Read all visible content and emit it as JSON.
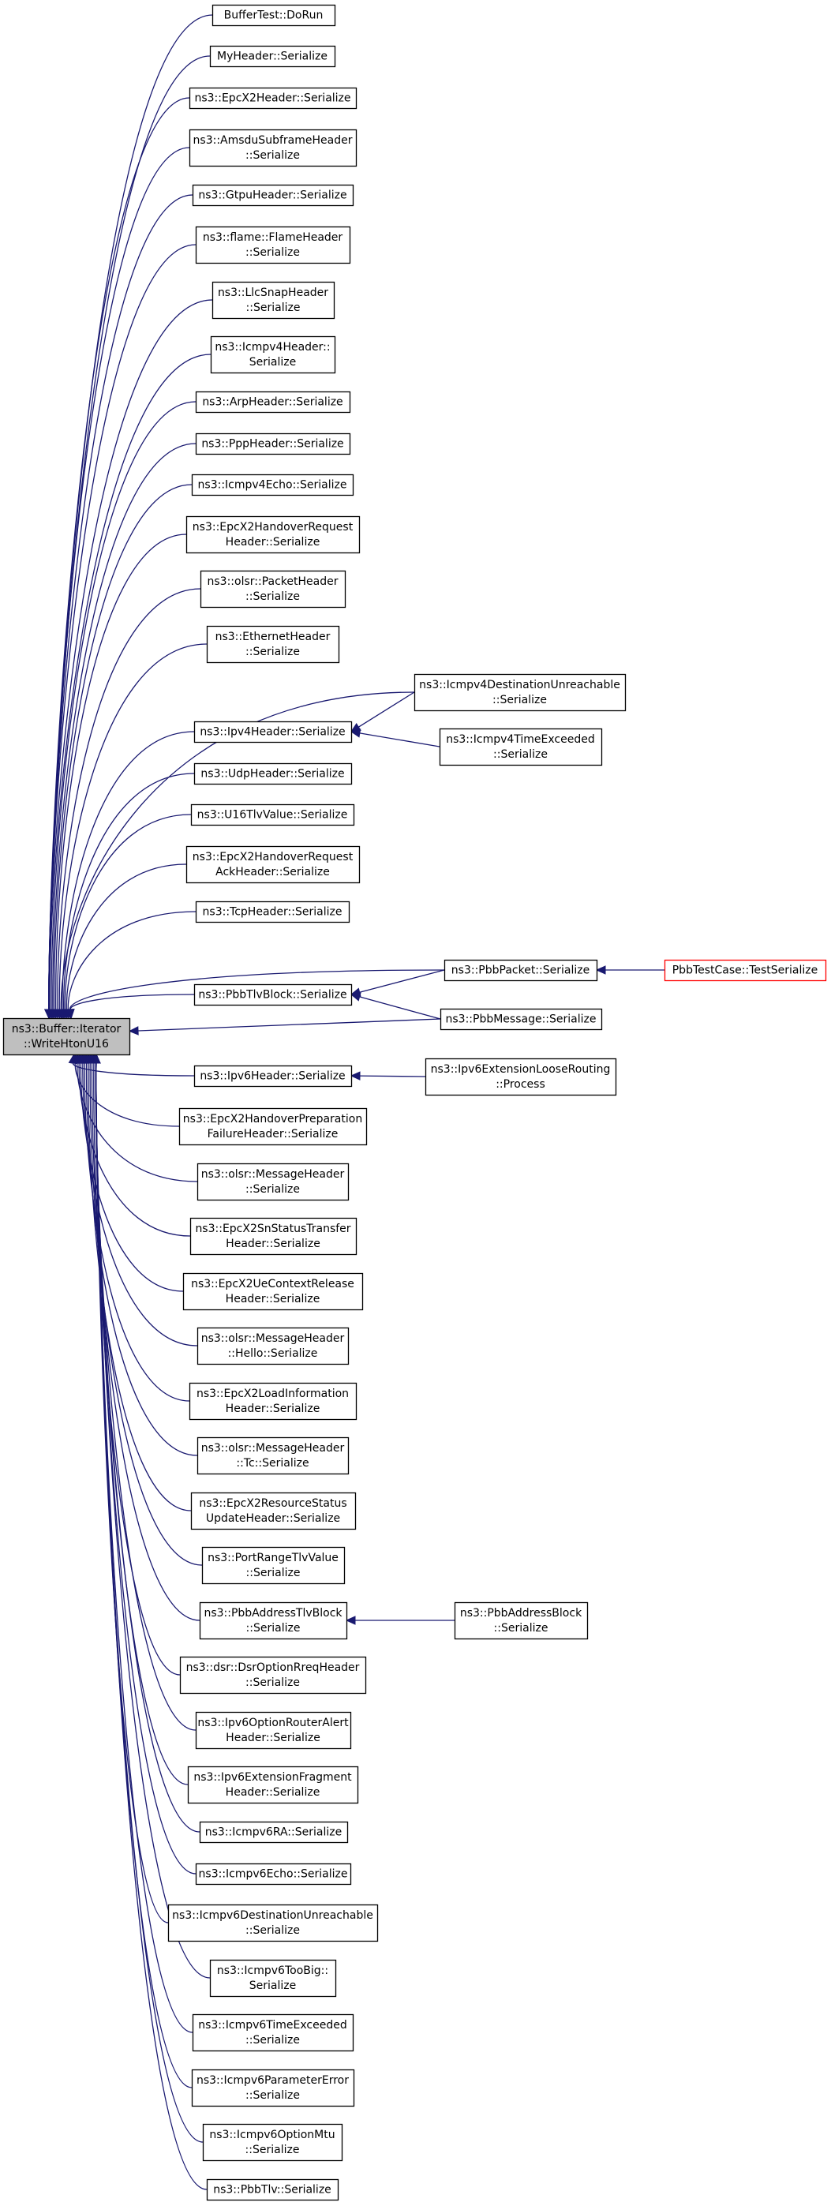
{
  "graph": {
    "root_id": "root",
    "edge_color": "#191970",
    "highlight_color": "#ff0000",
    "root_fill": "#bfbfbf",
    "nodes": [
      {
        "id": "root",
        "lines": [
          "ns3::Buffer::Iterator",
          "::WriteHtonU16"
        ],
        "kind": "root"
      },
      {
        "id": "n1",
        "lines": [
          "BufferTest::DoRun"
        ]
      },
      {
        "id": "n2",
        "lines": [
          "MyHeader::Serialize"
        ]
      },
      {
        "id": "n3",
        "lines": [
          "ns3::EpcX2Header::Serialize"
        ]
      },
      {
        "id": "n4",
        "lines": [
          "ns3::AmsduSubframeHeader",
          "::Serialize"
        ]
      },
      {
        "id": "n5",
        "lines": [
          "ns3::GtpuHeader::Serialize"
        ]
      },
      {
        "id": "n6",
        "lines": [
          "ns3::flame::FlameHeader",
          "::Serialize"
        ]
      },
      {
        "id": "n7",
        "lines": [
          "ns3::LlcSnapHeader",
          "::Serialize"
        ]
      },
      {
        "id": "n8",
        "lines": [
          "ns3::Icmpv4Header::",
          "Serialize"
        ]
      },
      {
        "id": "n9",
        "lines": [
          "ns3::ArpHeader::Serialize"
        ]
      },
      {
        "id": "n10",
        "lines": [
          "ns3::PppHeader::Serialize"
        ]
      },
      {
        "id": "n11",
        "lines": [
          "ns3::Icmpv4Echo::Serialize"
        ]
      },
      {
        "id": "n12",
        "lines": [
          "ns3::EpcX2HandoverRequest",
          "Header::Serialize"
        ]
      },
      {
        "id": "n13",
        "lines": [
          "ns3::olsr::PacketHeader",
          "::Serialize"
        ]
      },
      {
        "id": "n14",
        "lines": [
          "ns3::EthernetHeader",
          "::Serialize"
        ]
      },
      {
        "id": "n15",
        "lines": [
          "ns3::Icmpv4DestinationUnreachable",
          "::Serialize"
        ]
      },
      {
        "id": "n16",
        "lines": [
          "ns3::Ipv4Header::Serialize"
        ]
      },
      {
        "id": "n17",
        "lines": [
          "ns3::Icmpv4TimeExceeded",
          "::Serialize"
        ]
      },
      {
        "id": "n18",
        "lines": [
          "ns3::UdpHeader::Serialize"
        ]
      },
      {
        "id": "n19",
        "lines": [
          "ns3::U16TlvValue::Serialize"
        ]
      },
      {
        "id": "n20",
        "lines": [
          "ns3::EpcX2HandoverRequest",
          "AckHeader::Serialize"
        ]
      },
      {
        "id": "n21",
        "lines": [
          "ns3::TcpHeader::Serialize"
        ]
      },
      {
        "id": "n22",
        "lines": [
          "ns3::PbbPacket::Serialize"
        ]
      },
      {
        "id": "n23",
        "lines": [
          "PbbTestCase::TestSerialize"
        ],
        "kind": "red"
      },
      {
        "id": "n24",
        "lines": [
          "ns3::PbbTlvBlock::Serialize"
        ]
      },
      {
        "id": "n25",
        "lines": [
          "ns3::PbbMessage::Serialize"
        ]
      },
      {
        "id": "n26",
        "lines": [
          "ns3::Ipv6Header::Serialize"
        ]
      },
      {
        "id": "n27",
        "lines": [
          "ns3::Ipv6ExtensionLooseRouting",
          "::Process"
        ]
      },
      {
        "id": "n28",
        "lines": [
          "ns3::EpcX2HandoverPreparation",
          "FailureHeader::Serialize"
        ]
      },
      {
        "id": "n29",
        "lines": [
          "ns3::olsr::MessageHeader",
          "::Serialize"
        ]
      },
      {
        "id": "n30",
        "lines": [
          "ns3::EpcX2SnStatusTransfer",
          "Header::Serialize"
        ]
      },
      {
        "id": "n31",
        "lines": [
          "ns3::EpcX2UeContextRelease",
          "Header::Serialize"
        ]
      },
      {
        "id": "n32",
        "lines": [
          "ns3::olsr::MessageHeader",
          "::Hello::Serialize"
        ]
      },
      {
        "id": "n33",
        "lines": [
          "ns3::EpcX2LoadInformation",
          "Header::Serialize"
        ]
      },
      {
        "id": "n34",
        "lines": [
          "ns3::olsr::MessageHeader",
          "::Tc::Serialize"
        ]
      },
      {
        "id": "n35",
        "lines": [
          "ns3::EpcX2ResourceStatus",
          "UpdateHeader::Serialize"
        ]
      },
      {
        "id": "n36",
        "lines": [
          "ns3::PortRangeTlvValue",
          "::Serialize"
        ]
      },
      {
        "id": "n37",
        "lines": [
          "ns3::PbbAddressTlvBlock",
          "::Serialize"
        ]
      },
      {
        "id": "n38",
        "lines": [
          "ns3::PbbAddressBlock",
          "::Serialize"
        ]
      },
      {
        "id": "n39",
        "lines": [
          "ns3::dsr::DsrOptionRreqHeader",
          "::Serialize"
        ]
      },
      {
        "id": "n40",
        "lines": [
          "ns3::Ipv6OptionRouterAlert",
          "Header::Serialize"
        ]
      },
      {
        "id": "n41",
        "lines": [
          "ns3::Ipv6ExtensionFragment",
          "Header::Serialize"
        ]
      },
      {
        "id": "n42",
        "lines": [
          "ns3::Icmpv6RA::Serialize"
        ]
      },
      {
        "id": "n43",
        "lines": [
          "ns3::Icmpv6Echo::Serialize"
        ]
      },
      {
        "id": "n44",
        "lines": [
          "ns3::Icmpv6DestinationUnreachable",
          "::Serialize"
        ]
      },
      {
        "id": "n45",
        "lines": [
          "ns3::Icmpv6TooBig::",
          "Serialize"
        ]
      },
      {
        "id": "n46",
        "lines": [
          "ns3::Icmpv6TimeExceeded",
          "::Serialize"
        ]
      },
      {
        "id": "n47",
        "lines": [
          "ns3::Icmpv6ParameterError",
          "::Serialize"
        ]
      },
      {
        "id": "n48",
        "lines": [
          "ns3::Icmpv6OptionMtu",
          "::Serialize"
        ]
      },
      {
        "id": "n49",
        "lines": [
          "ns3::PbbTlv::Serialize"
        ]
      }
    ],
    "edges": [
      {
        "from": "n1",
        "to": "root"
      },
      {
        "from": "n2",
        "to": "root"
      },
      {
        "from": "n3",
        "to": "root"
      },
      {
        "from": "n4",
        "to": "root"
      },
      {
        "from": "n5",
        "to": "root"
      },
      {
        "from": "n6",
        "to": "root"
      },
      {
        "from": "n7",
        "to": "root"
      },
      {
        "from": "n8",
        "to": "root"
      },
      {
        "from": "n9",
        "to": "root"
      },
      {
        "from": "n10",
        "to": "root"
      },
      {
        "from": "n11",
        "to": "root"
      },
      {
        "from": "n12",
        "to": "root"
      },
      {
        "from": "n13",
        "to": "root"
      },
      {
        "from": "n14",
        "to": "root"
      },
      {
        "from": "n15",
        "to": "root"
      },
      {
        "from": "n16",
        "to": "root"
      },
      {
        "from": "n15",
        "to": "n16"
      },
      {
        "from": "n17",
        "to": "n16"
      },
      {
        "from": "n18",
        "to": "root"
      },
      {
        "from": "n19",
        "to": "root"
      },
      {
        "from": "n20",
        "to": "root"
      },
      {
        "from": "n21",
        "to": "root"
      },
      {
        "from": "n22",
        "to": "root"
      },
      {
        "from": "n23",
        "to": "n22"
      },
      {
        "from": "n24",
        "to": "root"
      },
      {
        "from": "n22",
        "to": "n24"
      },
      {
        "from": "n25",
        "to": "n24"
      },
      {
        "from": "n25",
        "to": "root"
      },
      {
        "from": "n26",
        "to": "root"
      },
      {
        "from": "n27",
        "to": "n26"
      },
      {
        "from": "n28",
        "to": "root"
      },
      {
        "from": "n29",
        "to": "root"
      },
      {
        "from": "n30",
        "to": "root"
      },
      {
        "from": "n31",
        "to": "root"
      },
      {
        "from": "n32",
        "to": "root"
      },
      {
        "from": "n33",
        "to": "root"
      },
      {
        "from": "n34",
        "to": "root"
      },
      {
        "from": "n35",
        "to": "root"
      },
      {
        "from": "n36",
        "to": "root"
      },
      {
        "from": "n37",
        "to": "root"
      },
      {
        "from": "n38",
        "to": "n37"
      },
      {
        "from": "n39",
        "to": "root"
      },
      {
        "from": "n40",
        "to": "root"
      },
      {
        "from": "n41",
        "to": "root"
      },
      {
        "from": "n42",
        "to": "root"
      },
      {
        "from": "n43",
        "to": "root"
      },
      {
        "from": "n44",
        "to": "root"
      },
      {
        "from": "n45",
        "to": "root"
      },
      {
        "from": "n46",
        "to": "root"
      },
      {
        "from": "n47",
        "to": "root"
      },
      {
        "from": "n48",
        "to": "root"
      },
      {
        "from": "n49",
        "to": "root"
      }
    ]
  }
}
